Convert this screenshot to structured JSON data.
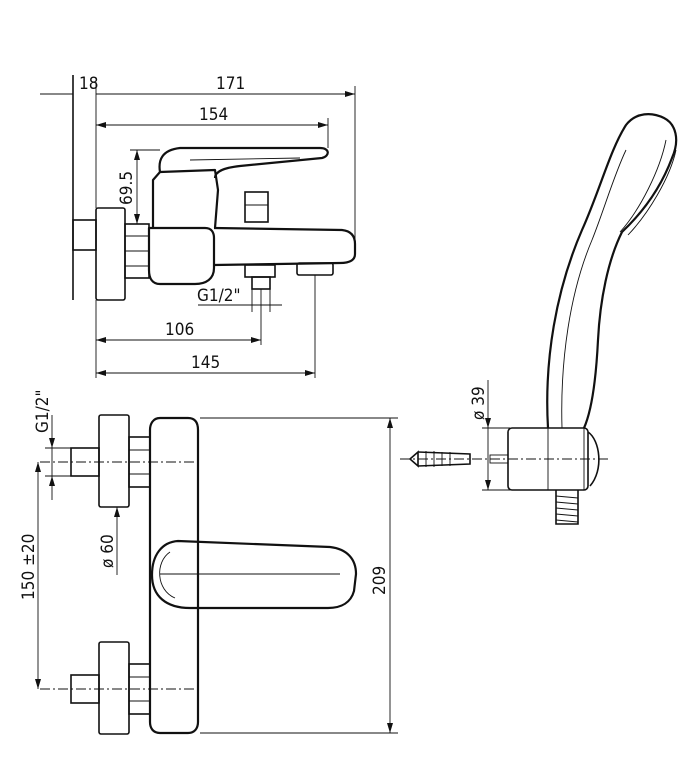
{
  "dimensions": {
    "side_view": {
      "wall_depth": "18",
      "overall_length": "171",
      "spout_length": "154",
      "outlet_thread": "G1/2\"",
      "lever_height": "69.5",
      "outlet_distance": "106",
      "spout_reach": "145"
    },
    "front_view": {
      "inlet_thread": "G1/2\"",
      "flange_diameter": "ø 60",
      "centre_distance": "150 ±20",
      "height": "209"
    },
    "hand_shower": {
      "holder_diameter": "ø 39"
    }
  }
}
